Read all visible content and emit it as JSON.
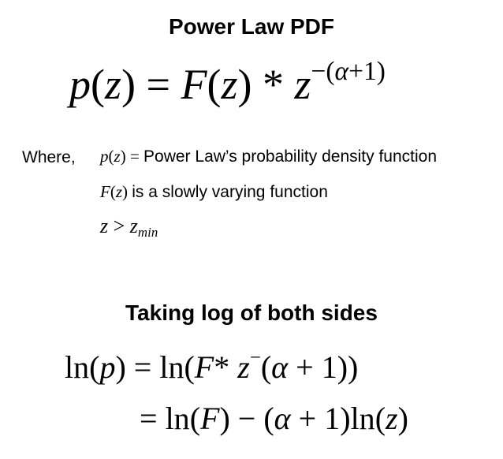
{
  "title": "Power Law PDF",
  "main_equation": {
    "lhs_fn": "p",
    "lhs_arg": "z",
    "eq": "=",
    "rhs_fn": "F",
    "rhs_arg": "z",
    "times": "*",
    "base": "z",
    "exponent_sign": "−",
    "exponent_open": "(",
    "exponent_var": "α",
    "exponent_plus": "+1",
    "exponent_close": ")"
  },
  "where": {
    "label": "Where,",
    "def1_sym": "p",
    "def1_arg": "z",
    "def1_eq": "=",
    "def1_text": "Power Law’s probability density function",
    "def2_sym": "F",
    "def2_arg": "z",
    "def2_text": "is a slowly varying function",
    "def3_lhs": "z",
    "def3_op": ">",
    "def3_rhs": "z",
    "def3_sub": "min"
  },
  "section2_title": "Taking log of both sides",
  "log_eq1": {
    "ln": "ln",
    "p": "p",
    "eq": "=",
    "ln2": "ln",
    "F": "F",
    "times": "*",
    "z": "z",
    "sup": "−",
    "alpha": "α",
    "plus": "+",
    "one": "1"
  },
  "log_eq2": {
    "eq": "=",
    "ln": "ln",
    "F": "F",
    "minus": "−",
    "alpha": "α",
    "plus": "+",
    "one": "1",
    "ln2": "ln",
    "z": "z"
  }
}
